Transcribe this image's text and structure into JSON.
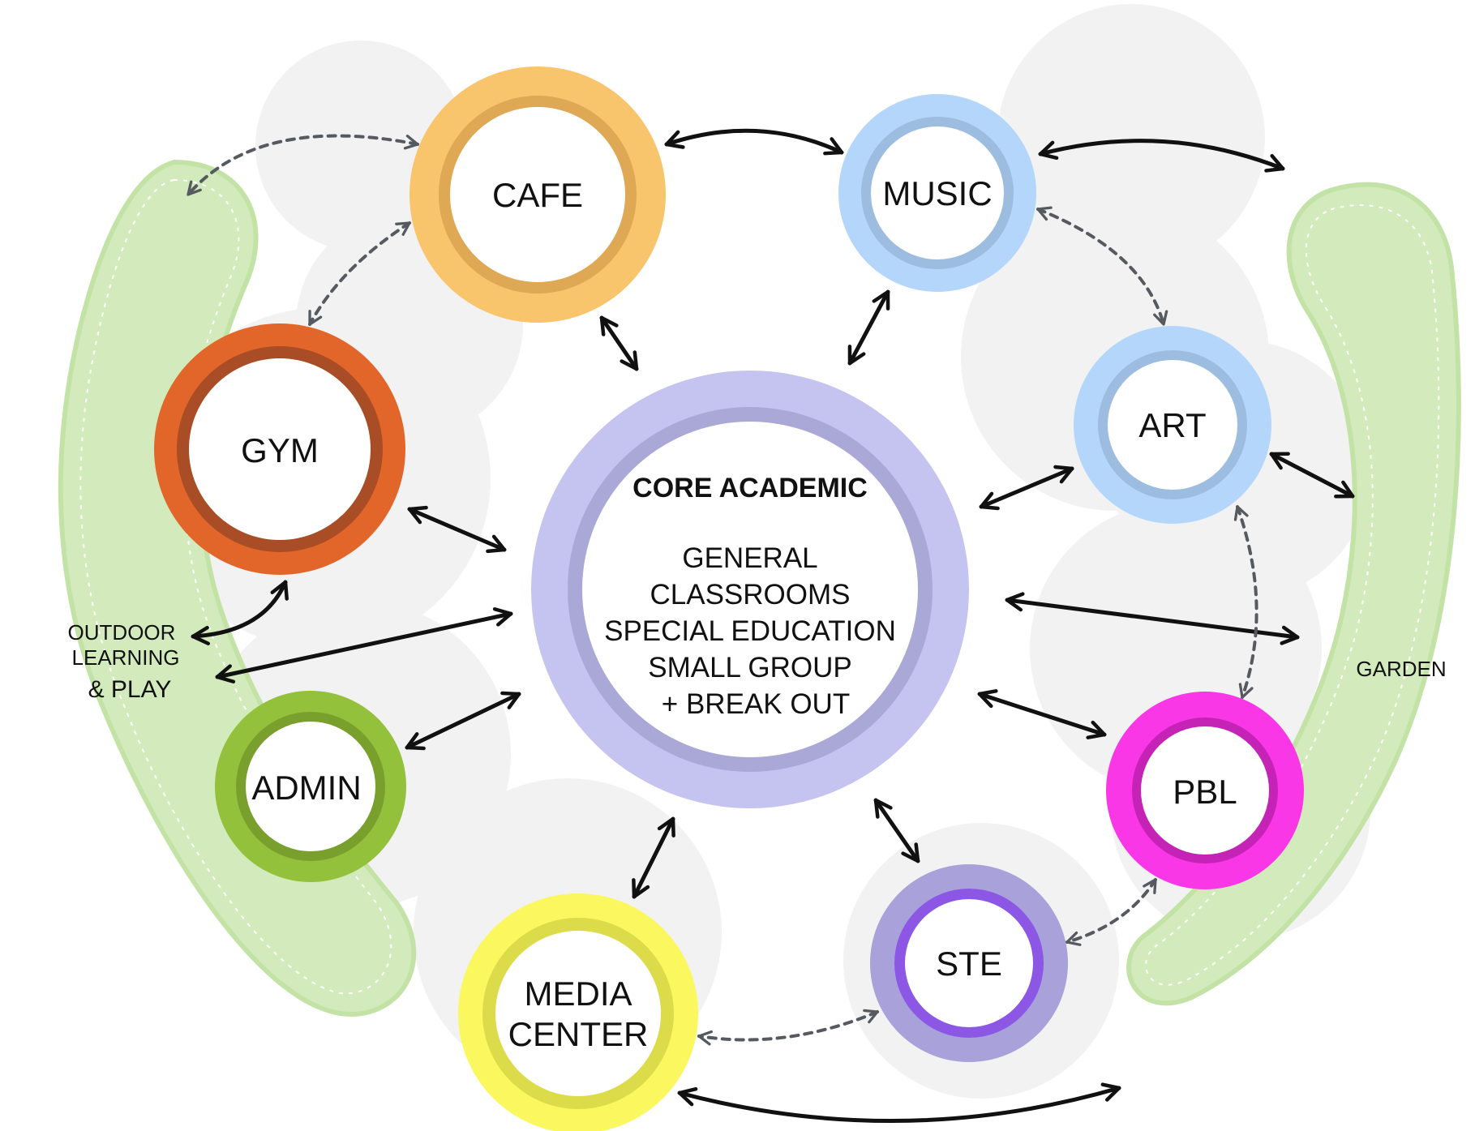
{
  "colors": {
    "bg_blob": "#f2f2f2",
    "green_zone": "#d3ebbc",
    "green_zone_edge": "#bfe0a2",
    "solid_arrow": "#111111",
    "dashed_arrow": "#555a60"
  },
  "core": {
    "title": "CORE ACADEMIC",
    "line1": "GENERAL",
    "line2": "CLASSROOMS",
    "line3": "SPECIAL EDUCATION",
    "line4": "SMALL GROUP",
    "line5": "+ BREAK OUT"
  },
  "nodes": {
    "cafe": "CAFE",
    "music": "MUSIC",
    "gym": "GYM",
    "art": "ART",
    "admin": "ADMIN",
    "pbl": "PBL",
    "ste": "STE",
    "media_line1": "MEDIA",
    "media_line2": "CENTER"
  },
  "zones": {
    "outdoor_line1": "OUTDOOR",
    "outdoor_line2": "LEARNING",
    "outdoor_line3": "& PLAY",
    "garden": "GARDEN"
  },
  "node_colors": {
    "cafe": [
      "#f8c46c",
      "#dfa854"
    ],
    "music": [
      "#b5d6fb",
      "#9cbce0"
    ],
    "gym": [
      "#e2652a",
      "#a84d25"
    ],
    "art": [
      "#b5d6fb",
      "#9cbce0"
    ],
    "admin": [
      "#94c13b",
      "#79a02d"
    ],
    "pbl": [
      "#fa37e6",
      "#c522b6"
    ],
    "ste": [
      "#a8a1da",
      "#8b57e4"
    ],
    "media": [
      "#fbf75e",
      "#dcdc4a"
    ],
    "core": [
      "#c5c3f0",
      "#aaa8d6"
    ]
  }
}
